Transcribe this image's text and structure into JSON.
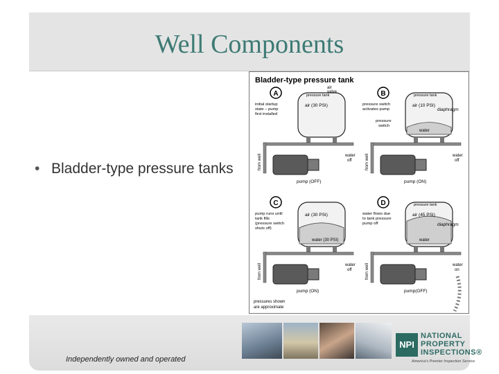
{
  "slide": {
    "title": "Well Components",
    "bullet": "Bladder-type pressure tanks",
    "bullet_glyph": "•"
  },
  "diagram": {
    "heading": "Bladder-type pressure tank",
    "panels": [
      {
        "letter": "A",
        "air_label": "air (30 PSI)",
        "top_label": "pressure tank",
        "caption_lines": [
          "initial startup",
          "state – pump",
          "first installed"
        ],
        "pump_label": "pump (OFF)",
        "water_label": "",
        "water_side": [
          "water",
          "off"
        ]
      },
      {
        "letter": "B",
        "air_label": "air (10 PSI)",
        "top_label": "pressure tank",
        "caption_lines": [
          "pressure switch",
          "activates pump"
        ],
        "pump_label": "pump (ON)",
        "water_label": "water",
        "water_side": [
          "water",
          "off"
        ]
      },
      {
        "letter": "C",
        "air_label": "air (30 PSI)",
        "top_label": "",
        "caption_lines": [
          "pump runs until",
          "tank fills",
          "(pressure switch",
          "shuts off)"
        ],
        "pump_label": "pump (ON)",
        "water_label": "water (30 PSI)",
        "water_side": [
          "water",
          "off"
        ]
      },
      {
        "letter": "D",
        "air_label": "air (45 PSI)",
        "top_label": "pressure tank",
        "caption_lines": [
          "water flows due",
          "to tank pressure",
          "pump off"
        ],
        "pump_label": "pump(OFF)",
        "water_label": "water",
        "water_side": [
          "water",
          "on"
        ]
      }
    ],
    "air_valve": [
      "air",
      "valve"
    ],
    "diaphragm": "diaphragm",
    "pressure_switch": [
      "pressure",
      "switch"
    ],
    "from_well": "from well",
    "footnote": [
      "pressures shown",
      "are approximate"
    ]
  },
  "footer": {
    "tagline": "Independently owned and operated",
    "logo_mark": "NPI",
    "logo_lines": [
      "NATIONAL",
      "PROPERTY",
      "INSPECTIONS®"
    ],
    "logo_sub": "America's Premier Inspection Service"
  },
  "colors": {
    "title": "#3d7a74",
    "band": "#e4e4e4",
    "logo": "#2c6b62"
  }
}
